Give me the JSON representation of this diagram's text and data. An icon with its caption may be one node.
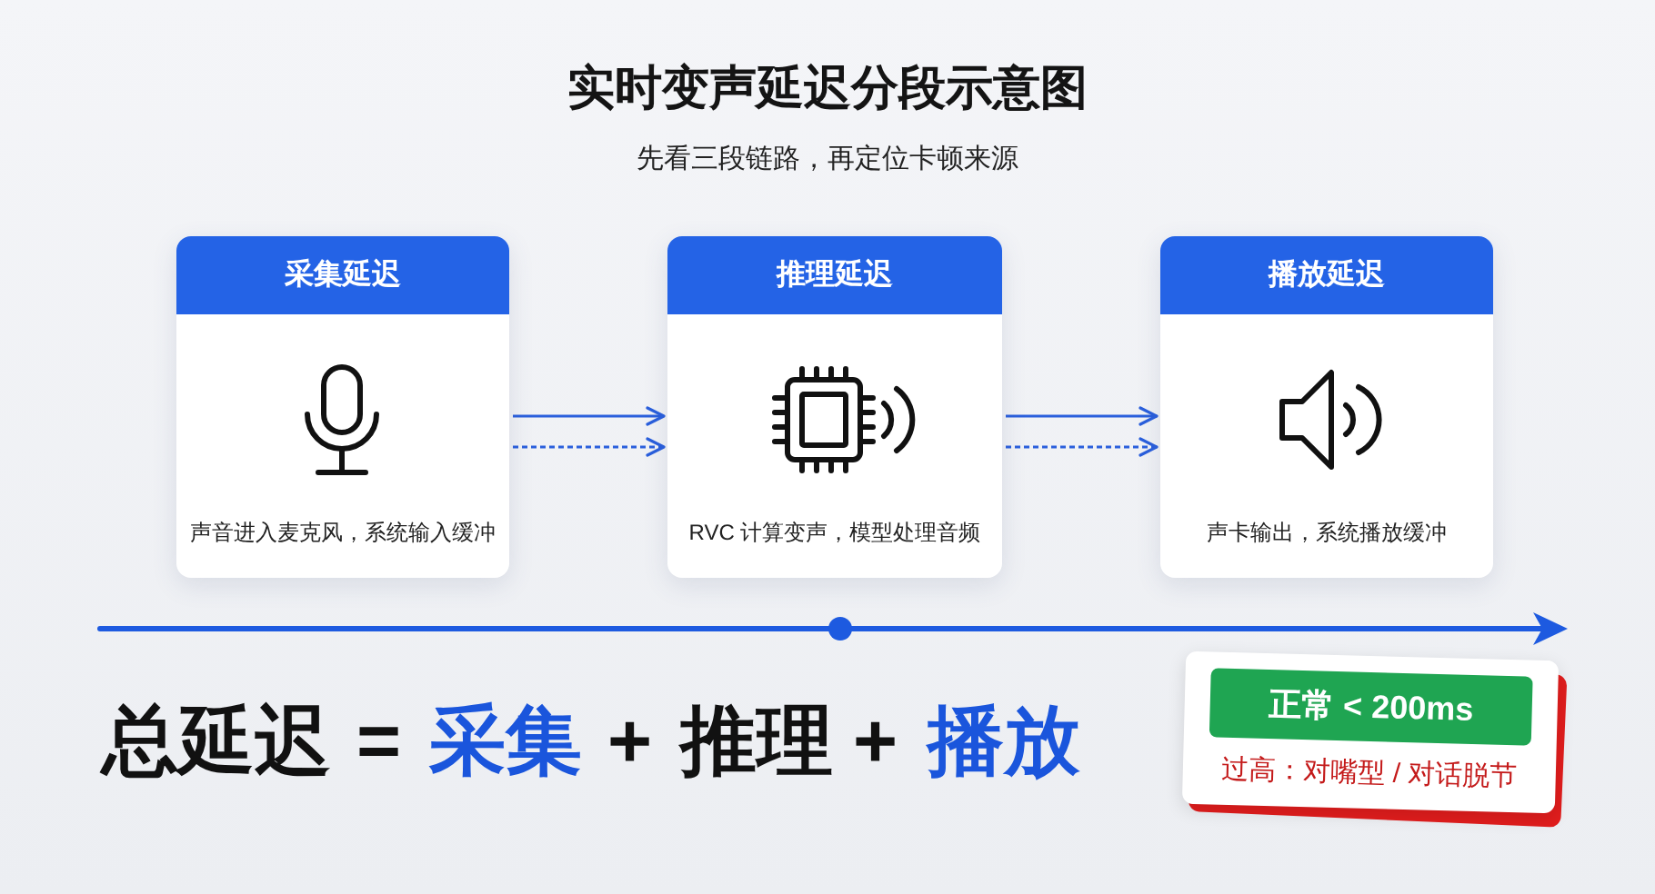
{
  "diagram": {
    "title": "实时变声延迟分段示意图",
    "nodes": [
      {
        "text": [
          "采集延迟",
          "声音进入麦克风，系统输入缓冲"
        ]
      },
      {
        "text": [
          "推理延迟",
          "RVC 计算变声，模型处理音频"
        ]
      },
      {
        "text": [
          "播放延迟",
          "声卡输出，系统播放缓冲"
        ]
      },
      {
        "text": [
          "过高：对嘴型 / 对话脱节"
        ]
      },
      {
        "text": [
          "正常 < 200ms"
        ],
        "in": 3
      }
    ],
    "edges": [
      {
        "from": 0,
        "to": 1,
        "arrow": "to"
      },
      {
        "from": 0,
        "to": 1,
        "arrow": "to",
        "style": "dashed"
      },
      {
        "from": 1,
        "to": 2,
        "arrow": "to"
      },
      {
        "from": 1,
        "to": 2,
        "arrow": "to",
        "style": "dashed"
      }
    ],
    "labels": [
      "先看三段链路，再定位卡顿来源",
      "总延迟",
      "=",
      "采集",
      "+",
      "推理",
      "+",
      "播放"
    ]
  }
}
